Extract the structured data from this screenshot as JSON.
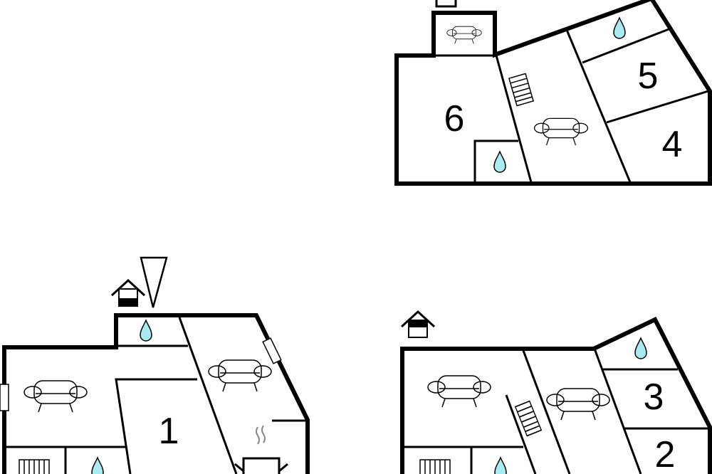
{
  "plans": [
    {
      "name": "upper-floor",
      "rooms": [
        "6",
        "5",
        "4"
      ]
    },
    {
      "name": "ground-floor-left",
      "rooms": [
        "1"
      ]
    },
    {
      "name": "ground-floor-right",
      "rooms": [
        "3",
        "2"
      ]
    }
  ],
  "colors": {
    "water": "#a8ecf2",
    "line": "#000000"
  },
  "icons": [
    "sofa-icon",
    "water-drop-icon",
    "stairs-icon",
    "radiator-icon",
    "house-entrance-icon",
    "north-arrow-icon",
    "fireplace-icon"
  ]
}
